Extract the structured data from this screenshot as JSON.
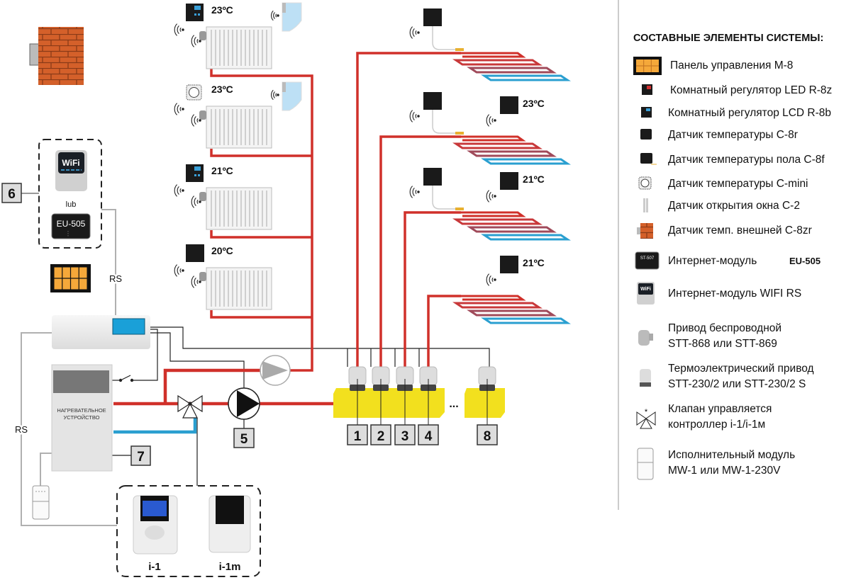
{
  "colors": {
    "hot_pipe": "#d0302a",
    "cold_pipe": "#2a9fd0",
    "manifold": "#f2e01e",
    "panel": "#f5a83a",
    "wire": "#222222",
    "rs_wire": "#b0b0b0"
  },
  "left": {
    "module_group_label": "6",
    "wifi_text": "WiFi",
    "or_text": "lub",
    "eu505_text": "EU-505",
    "rs_label_top": "RS",
    "rs_label_left": "RS",
    "boiler_line1": "НАГРЕВАТЕЛЬНОЕ",
    "boiler_line2": "УСТРОЙСТВО",
    "boiler_label": "7",
    "pump_label": "5",
    "controller_i1": "i-1",
    "controller_i1m": "i-1m"
  },
  "radiators": [
    {
      "temp": "23ºC",
      "sensor": "lcd-r8b",
      "window": true
    },
    {
      "temp": "23ºC",
      "sensor": "c-mini",
      "window": true
    },
    {
      "temp": "21ºC",
      "sensor": "lcd-r8b",
      "window": false
    },
    {
      "temp": "20ºC",
      "sensor": "c-8r",
      "window": false
    }
  ],
  "floor_zones": [
    {
      "temp": "",
      "floor_sensor": true
    },
    {
      "temp": "23ºC",
      "floor_sensor": true
    },
    {
      "temp": "21ºC",
      "floor_sensor": true
    },
    {
      "temp": "21ºC",
      "floor_sensor": false
    }
  ],
  "manifold": {
    "actuators": [
      "1",
      "2",
      "3",
      "4",
      "8"
    ],
    "ellipsis": "..."
  },
  "legend": {
    "title": "СОСТАВНЫЕ ЭЛЕМЕНТЫ СИСТЕМЫ:",
    "items": [
      {
        "icon": "panel-m8-icon",
        "line1": "Панель управления M-8",
        "line2": ""
      },
      {
        "icon": "room-regulator-led-icon",
        "line1": "Комнатный регулятор LED R-8z",
        "line2": ""
      },
      {
        "icon": "room-regulator-lcd-icon",
        "line1": "Комнатный регулятор LCD R-8b",
        "line2": ""
      },
      {
        "icon": "temperature-sensor-icon",
        "line1": "Датчик температуры C-8r",
        "line2": ""
      },
      {
        "icon": "floor-sensor-icon",
        "line1": "Датчик температуры пола C-8f",
        "line2": ""
      },
      {
        "icon": "c-mini-sensor-icon",
        "line1": "Датчик температуры C-mini",
        "line2": ""
      },
      {
        "icon": "window-sensor-icon",
        "line1": "Датчик открытия окна C-2",
        "line2": ""
      },
      {
        "icon": "external-sensor-icon",
        "line1": "Датчик темп. внешней C-8zr",
        "line2": ""
      },
      {
        "icon": "internet-module-eu505-icon",
        "line1": "Интернет-модуль",
        "line2": "EU-505",
        "icon_text": "ST-507"
      },
      {
        "icon": "wifi-module-icon",
        "line1": "Интернет-модуль WIFI RS",
        "line2": "",
        "icon_text": "WiFi"
      },
      {
        "icon": "wireless-actuator-icon",
        "line1": "Привод беспроводной",
        "line2": "STT-868 или STT-869"
      },
      {
        "icon": "thermo-actuator-icon",
        "line1": "Термоэлектрический привод",
        "line2": "STT-230/2 или STT-230/2 S"
      },
      {
        "icon": "valve-icon",
        "line1": "Клапан управляется",
        "line2": "контроллер i-1/i-1м"
      },
      {
        "icon": "executive-module-icon",
        "line1": "Исполнительный модуль",
        "line2": "MW-1 или MW-1-230V"
      }
    ]
  }
}
